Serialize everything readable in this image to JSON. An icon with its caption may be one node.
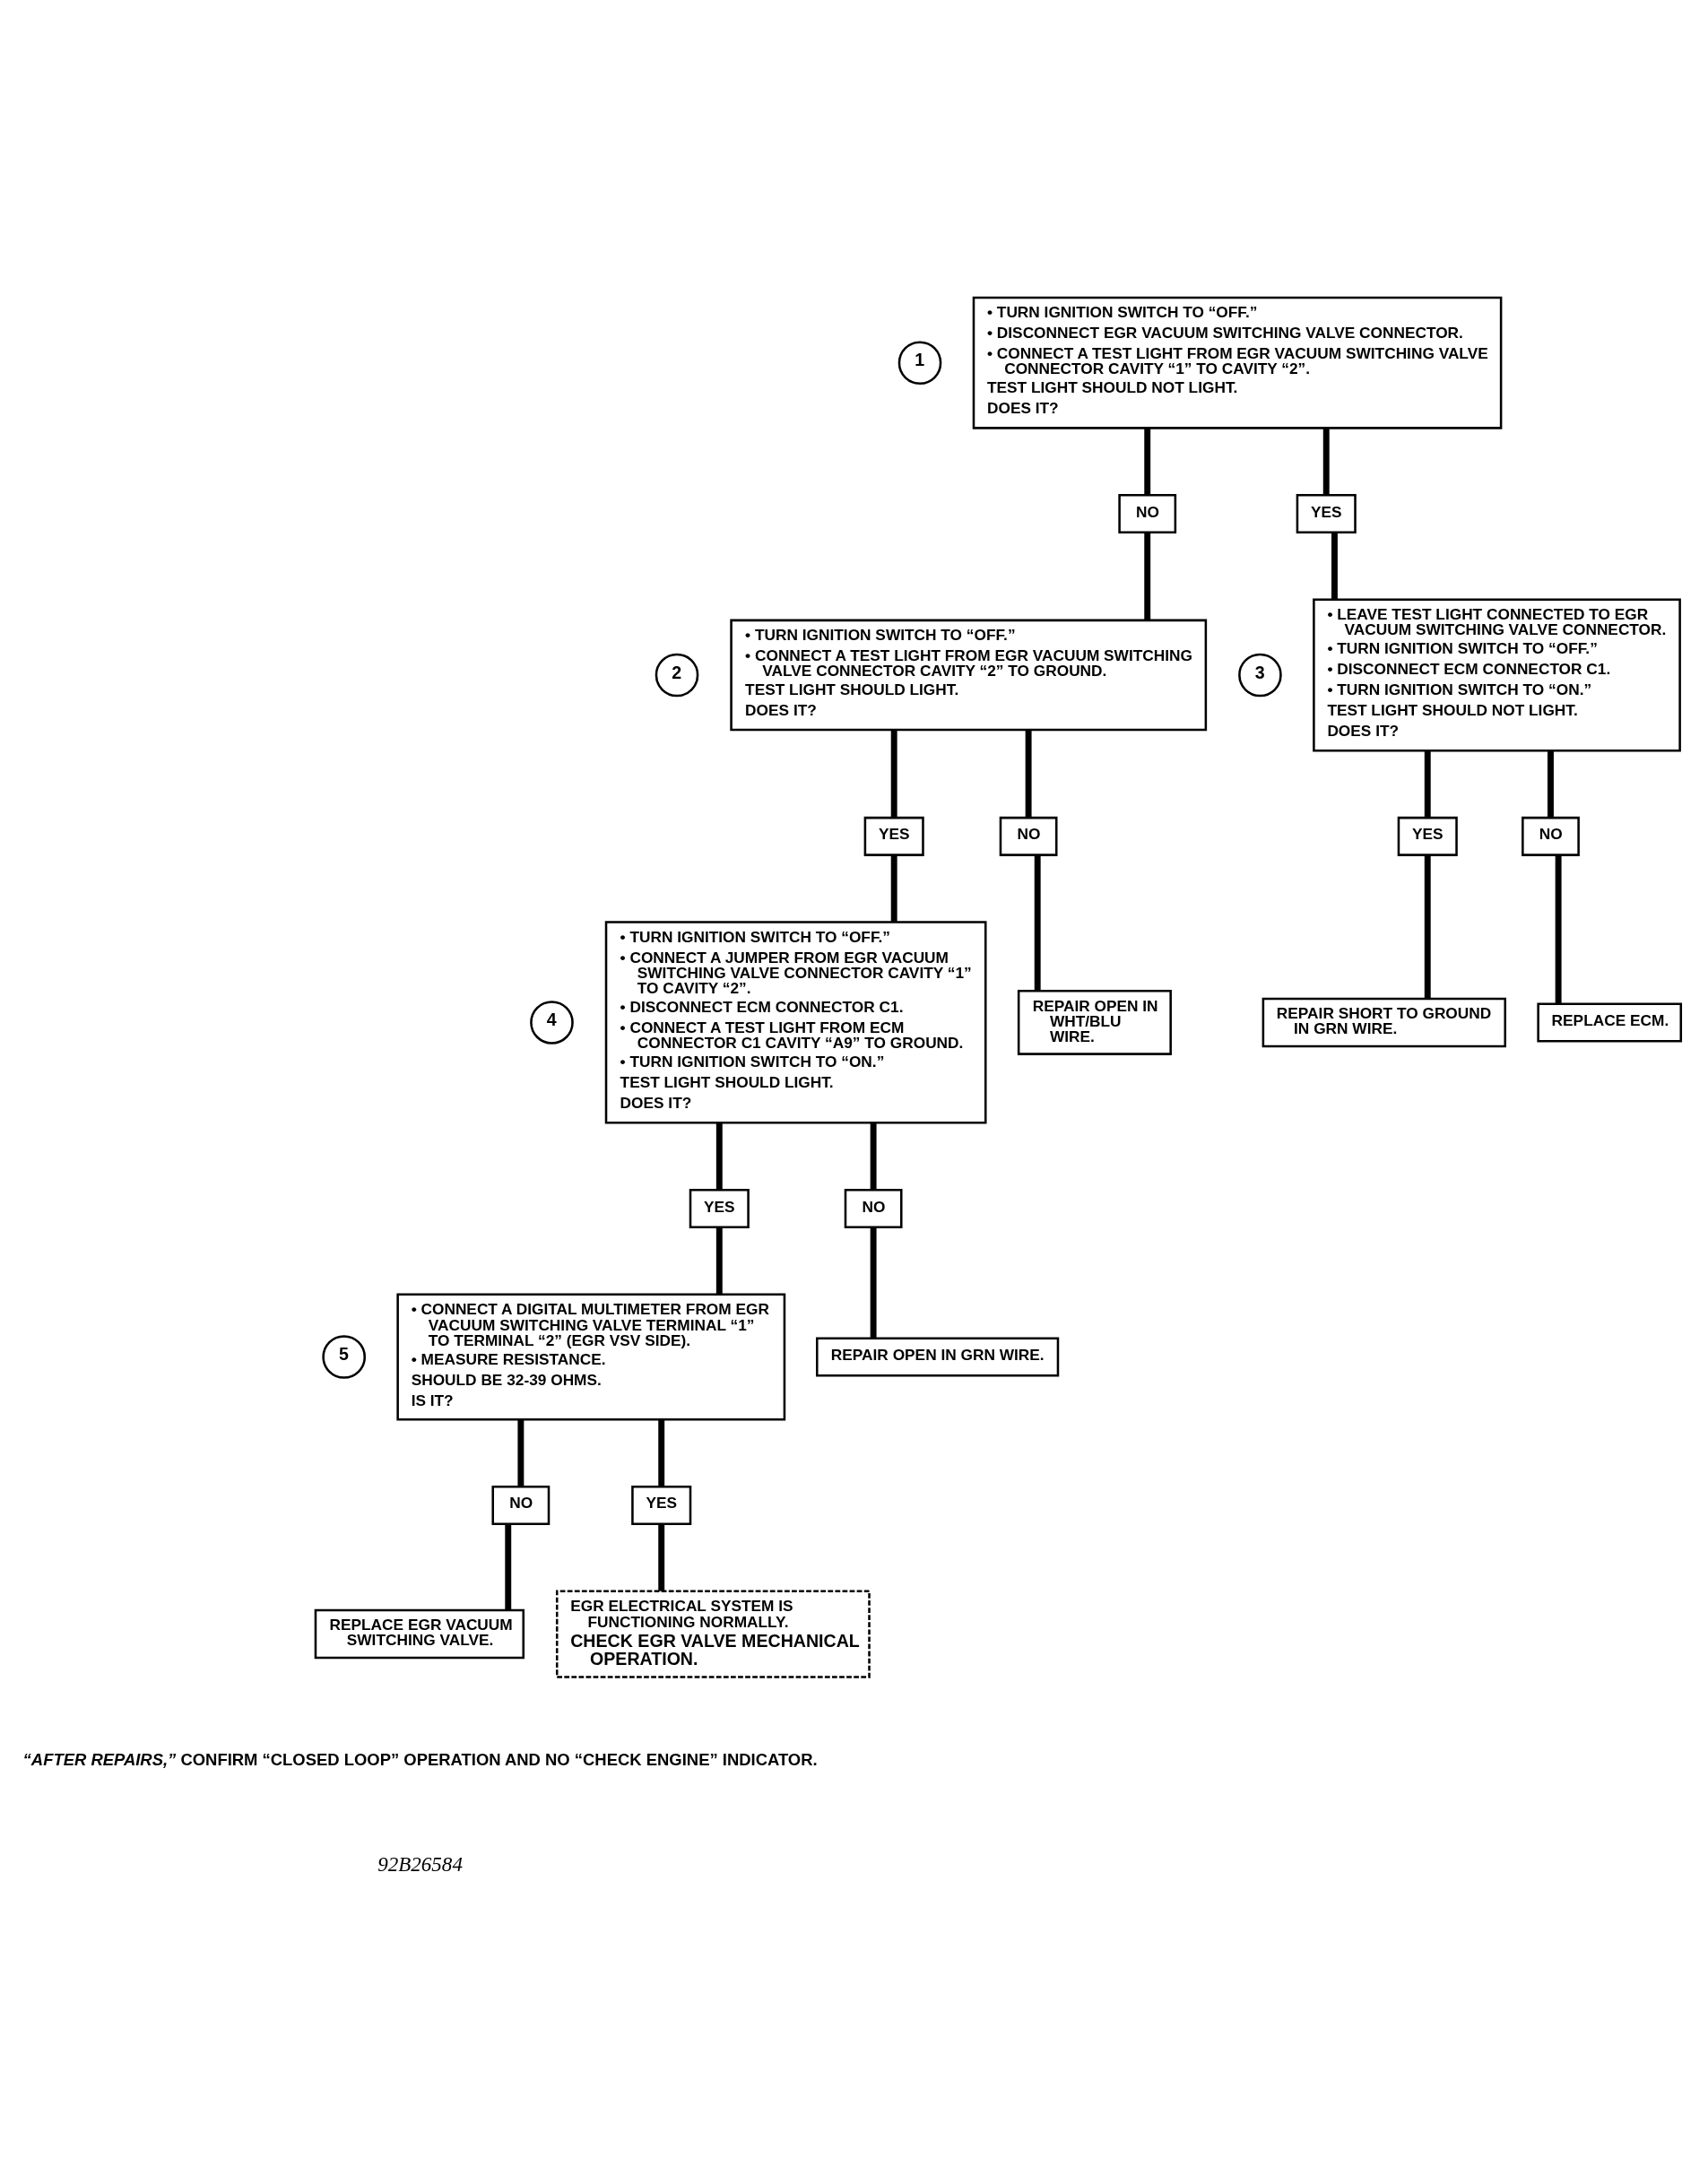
{
  "diagram": {
    "nodes": [
      {
        "text": [
          "• TURN IGNITION SWITCH TO “OFF.”",
          "• DISCONNECT EGR VACUUM SWITCHING VALVE CONNECTOR.",
          "• CONNECT A TEST LIGHT FROM EGR VACUUM SWITCHING VALVE CONNECTOR CAVITY “1” TO CAVITY “2”.",
          "TEST LIGHT SHOULD NOT LIGHT.",
          "DOES IT?"
        ],
        "beside": [
          "1"
        ]
      },
      {
        "text": [
          "NO"
        ]
      },
      {
        "text": [
          "YES"
        ]
      },
      {
        "text": [
          "• TURN IGNITION SWITCH TO “OFF.”",
          "• CONNECT A TEST LIGHT FROM EGR VACUUM SWITCHING VALVE CONNECTOR CAVITY “2” TO GROUND.",
          "TEST LIGHT SHOULD LIGHT.",
          "DOES IT?"
        ],
        "beside": [
          "2"
        ]
      },
      {
        "text": [
          "• LEAVE TEST LIGHT CONNECTED TO EGR VACUUM SWITCHING VALVE CONNECTOR.",
          "• TURN IGNITION SWITCH TO “OFF.”",
          "• DISCONNECT ECM CONNECTOR C1.",
          "• TURN IGNITION SWITCH TO “ON.”",
          "TEST LIGHT SHOULD NOT LIGHT.",
          "DOES IT?"
        ],
        "beside": [
          "3"
        ]
      },
      {
        "text": [
          "YES"
        ]
      },
      {
        "text": [
          "NO"
        ]
      },
      {
        "text": [
          "YES"
        ]
      },
      {
        "text": [
          "NO"
        ]
      },
      {
        "text": [
          "• TURN IGNITION SWITCH TO “OFF.”",
          "• CONNECT A JUMPER FROM EGR VACUUM SWITCHING VALVE CONNECTOR CAVITY “1” TO CAVITY “2”.",
          "• DISCONNECT ECM CONNECTOR C1.",
          "• CONNECT A TEST LIGHT FROM ECM CONNECTOR C1 CAVITY “A9” TO GROUND.",
          "• TURN IGNITION SWITCH TO “ON.”",
          "TEST LIGHT SHOULD LIGHT.",
          "DOES IT?"
        ],
        "beside": [
          "4"
        ]
      },
      {
        "text": [
          "REPAIR OPEN IN WHT/BLU WIRE."
        ]
      },
      {
        "text": [
          "REPAIR SHORT TO GROUND IN GRN WIRE."
        ]
      },
      {
        "text": [
          "REPLACE ECM."
        ]
      },
      {
        "text": [
          "YES"
        ]
      },
      {
        "text": [
          "NO"
        ]
      },
      {
        "text": [
          "• CONNECT A DIGITAL MULTIMETER FROM EGR VACUUM SWITCHING VALVE TERMINAL “1” TO TERMINAL “2” (EGR VSV SIDE).",
          "• MEASURE RESISTANCE.",
          "SHOULD BE 32-39 OHMS.",
          "IS IT?"
        ],
        "beside": [
          "5"
        ]
      },
      {
        "text": [
          "REPAIR OPEN IN GRN WIRE."
        ]
      },
      {
        "text": [
          "NO"
        ]
      },
      {
        "text": [
          "YES"
        ]
      },
      {
        "text": [
          "REPLACE EGR VACUUM SWITCHING VALVE."
        ]
      },
      {
        "text": [
          "EGR ELECTRICAL SYSTEM IS FUNCTIONING NORMALLY.",
          "CHECK EGR VALVE MECHANICAL OPERATION."
        ]
      }
    ],
    "edges": [
      {
        "from": 0,
        "to": 1,
        "arrow": "none"
      },
      {
        "from": 0,
        "to": 2,
        "arrow": "none"
      },
      {
        "from": 1,
        "to": 3,
        "arrow": "none"
      },
      {
        "from": 2,
        "to": 4,
        "arrow": "none"
      },
      {
        "from": 3,
        "to": 5,
        "arrow": "none"
      },
      {
        "from": 3,
        "to": 6,
        "arrow": "none"
      },
      {
        "from": 4,
        "to": 7,
        "arrow": "none"
      },
      {
        "from": 4,
        "to": 8,
        "arrow": "none"
      },
      {
        "from": 5,
        "to": 9,
        "arrow": "none"
      },
      {
        "from": 6,
        "to": 10,
        "arrow": "none"
      },
      {
        "from": 7,
        "to": 11,
        "arrow": "none"
      },
      {
        "from": 8,
        "to": 12,
        "arrow": "none"
      },
      {
        "from": 9,
        "to": 13,
        "arrow": "none"
      },
      {
        "from": 9,
        "to": 14,
        "arrow": "none"
      },
      {
        "from": 13,
        "to": 15,
        "arrow": "none"
      },
      {
        "from": 14,
        "to": 16,
        "arrow": "none"
      },
      {
        "from": 15,
        "to": 17,
        "arrow": "none"
      },
      {
        "from": 15,
        "to": 18,
        "arrow": "none"
      },
      {
        "from": 17,
        "to": 19,
        "arrow": "none"
      },
      {
        "from": 18,
        "to": 20,
        "arrow": "none"
      }
    ],
    "labels": [
      "*“AFTER REPAIRS,”* CONFIRM “CLOSED LOOP” OPERATION AND NO “CHECK ENGINE” INDICATOR.",
      "92B26584"
    ]
  }
}
